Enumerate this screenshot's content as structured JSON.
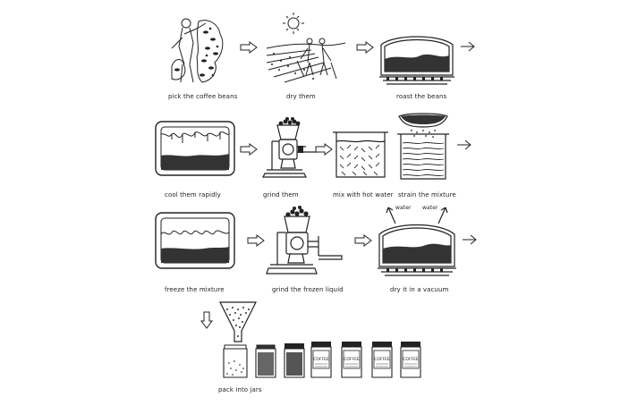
{
  "steps": {
    "pick": "pick the coffee beans",
    "dry": "dry them",
    "roast": "roast the beans",
    "cool": "cool them rapidly",
    "grind": "grind them",
    "mix": "mix with hot water",
    "strain": "strain the mixture",
    "freeze": "freeze the mixture",
    "grind_frozen": "grind the frozen liquid",
    "vacuum": "dry it in a vacuum",
    "pack": "pack into jars"
  },
  "annotations": {
    "water_left": "water",
    "water_right": "water",
    "mix_separator": "·"
  },
  "jars": {
    "brand": "COFFEE"
  }
}
